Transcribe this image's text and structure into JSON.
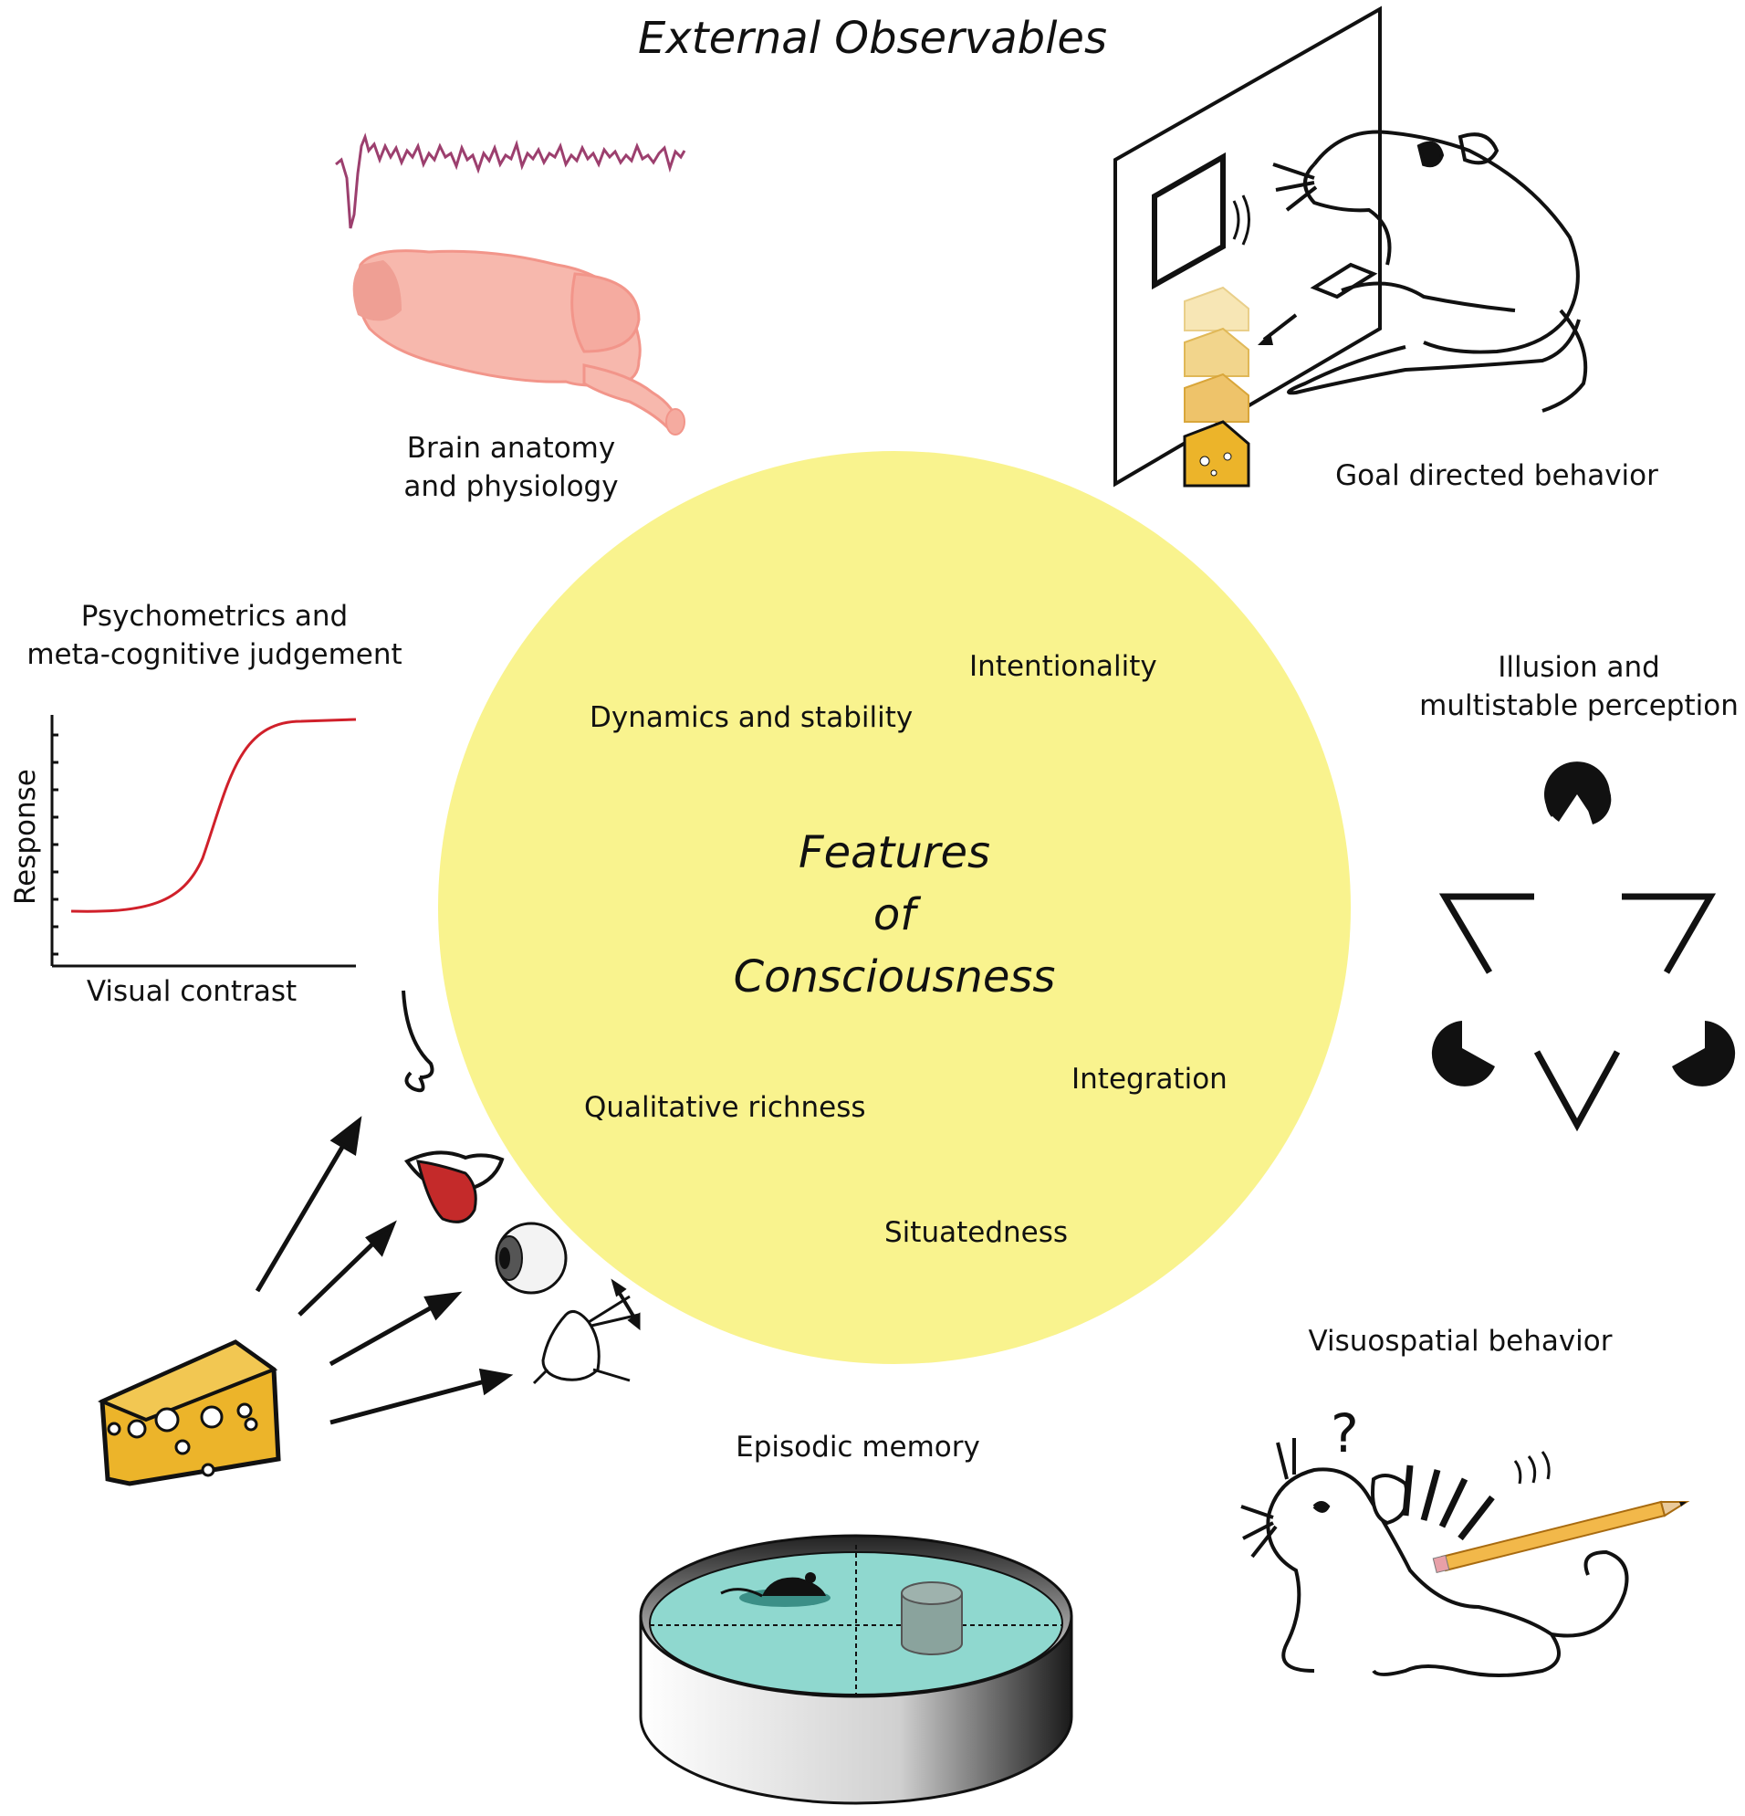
{
  "title": "External Observables",
  "center": {
    "line1": "Features",
    "line2": "of",
    "line3": "Consciousness",
    "circle_color": "#f9f38e"
  },
  "features": {
    "intentionality": "Intentionality",
    "dynamics": "Dynamics and stability",
    "integration": "Integration",
    "qualitative": "Qualitative richness",
    "situatedness": "Situatedness"
  },
  "panels": {
    "brain": {
      "line1": "Brain anatomy",
      "line2": "and physiology"
    },
    "goal": {
      "label": "Goal directed behavior"
    },
    "psycho": {
      "line1": "Psychometrics and",
      "line2": "meta-cognitive judgement",
      "xlabel": "Visual contrast",
      "ylabel": "Response"
    },
    "illusion": {
      "line1": "Illusion and",
      "line2": "multistable perception"
    },
    "visuo": {
      "label": "Visuospatial behavior"
    },
    "episodic": {
      "label": "Episodic memory"
    }
  },
  "colors": {
    "brain": "#f7b8ad",
    "eeg": "#9c3f6e",
    "curve": "#d0202a",
    "cheese": "#ecb42a",
    "water": "#8fd8cf",
    "tongue": "#c42a2a"
  },
  "icons": [
    "eeg-trace-icon",
    "brain-icon",
    "rat-icon",
    "cheese-icon",
    "kanizsa-triangle-icon",
    "nose-icon",
    "mouth-icon",
    "eye-icon",
    "whisker-mouse-icon",
    "water-maze-icon",
    "pencil-icon"
  ]
}
